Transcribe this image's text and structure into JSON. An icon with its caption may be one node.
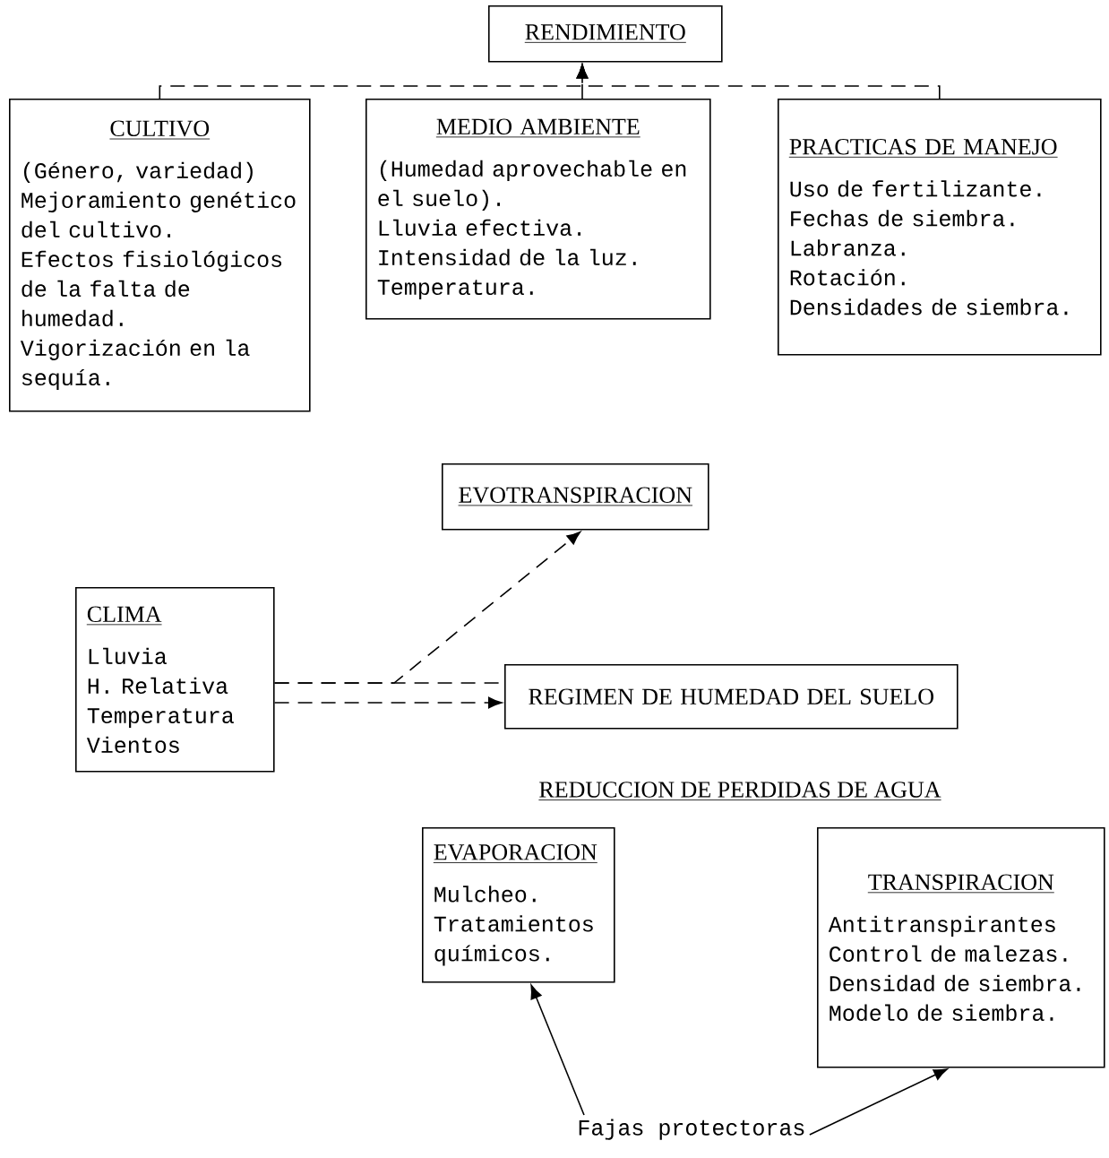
{
  "diagram": {
    "nodes": [
      {
        "text": [
          "RENDIMIENTO"
        ]
      },
      {
        "text": [
          "CULTIVO",
          "(Género, variedad)",
          "Mejoramiento genético del cultivo.",
          "Efectos fisiológicos de la falta de humedad.",
          "Vigorización en la sequía."
        ]
      },
      {
        "text": [
          "MEDIO AMBIENTE",
          "(Humedad aprovechable en el suelo).",
          "Lluvia efectiva.",
          "Intensidad de la luz.",
          "Temperatura."
        ]
      },
      {
        "text": [
          "PRACTICAS DE MANEJO",
          "Uso de fertilizante.",
          "Fechas de siembra.",
          "Labranza.",
          "Rotación.",
          "Densidades de siembra."
        ]
      },
      {
        "text": [
          "EVOTRANSPIRACION"
        ]
      },
      {
        "text": [
          "CLIMA",
          "Lluvia",
          "H. Relativa",
          "Temperatura",
          "Vientos"
        ]
      },
      {
        "text": [
          "REGIMEN DE HUMEDAD DEL SUELO"
        ]
      },
      {
        "text": [
          "EVAPORACION",
          "Mulcheo.",
          "Tratamientos químicos."
        ]
      },
      {
        "text": [
          "TRANSPIRACION",
          "Antitranspirantes",
          "Control de malezas.",
          "Densidad de siembra.",
          "Modelo de siembra."
        ]
      },
      {
        "text": [
          "Fajas protectoras"
        ]
      }
    ],
    "edges": [
      {
        "from": 1,
        "to": 0,
        "arrow": "to",
        "style": "dashed"
      },
      {
        "from": 2,
        "to": 0,
        "arrow": "to",
        "style": "dashed"
      },
      {
        "from": 3,
        "to": 0,
        "arrow": "to",
        "style": "dashed"
      },
      {
        "from": 5,
        "to": 4,
        "arrow": "to",
        "style": "dashed"
      },
      {
        "from": 5,
        "to": 6,
        "arrow": "none",
        "style": "dashed"
      },
      {
        "from": 5,
        "to": 6,
        "arrow": "to",
        "style": "dashed"
      },
      {
        "from": 9,
        "to": 7,
        "arrow": "to"
      },
      {
        "from": 9,
        "to": 8,
        "arrow": "to"
      }
    ],
    "labels": [
      "REDUCCION DE PERDIDAS DE AGUA"
    ]
  }
}
